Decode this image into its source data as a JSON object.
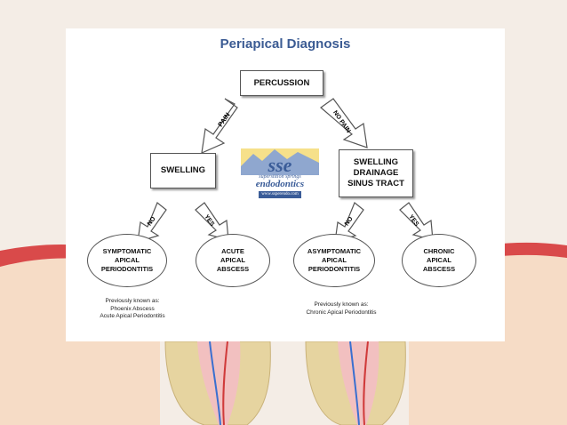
{
  "slide": {
    "title": "Periapical Diagnosis",
    "nodes": {
      "percussion": "PERCUSSION",
      "swelling": "SWELLING",
      "swelling_drainage": "SWELLING\nDRAINAGE\nSINUS TRACT",
      "symptomatic": "SYMPTOMATIC\nAPICAL\nPERIODONTITIS",
      "acute_abscess": "ACUTE\nAPICAL\nABSCESS",
      "asymptomatic": "ASYMPTOMATIC\nAPICAL\nPERIODONTITIS",
      "chronic_abscess": "CHRONIC\nAPICAL\nABSCESS"
    },
    "edges": {
      "pain": "PAIN",
      "no_pain": "NO PAIN",
      "no_left": "NO",
      "yes_left": "YES",
      "no_right": "NO",
      "yes_right": "YES"
    },
    "notes": {
      "left": "Previously known as:\nPhoenix Abscess\nAcute Apical Periodontitis",
      "right": "Previously known as:\nChronic Apical Periodontitis"
    },
    "logo": {
      "line1": "superstition springs",
      "line2": "endodontics",
      "line3": "www.ssperendo.com"
    }
  },
  "colors": {
    "title": "#3b5b93",
    "gum": "#d94a4a",
    "tooth": "#e8d9a8",
    "background": "#f4ede6"
  }
}
